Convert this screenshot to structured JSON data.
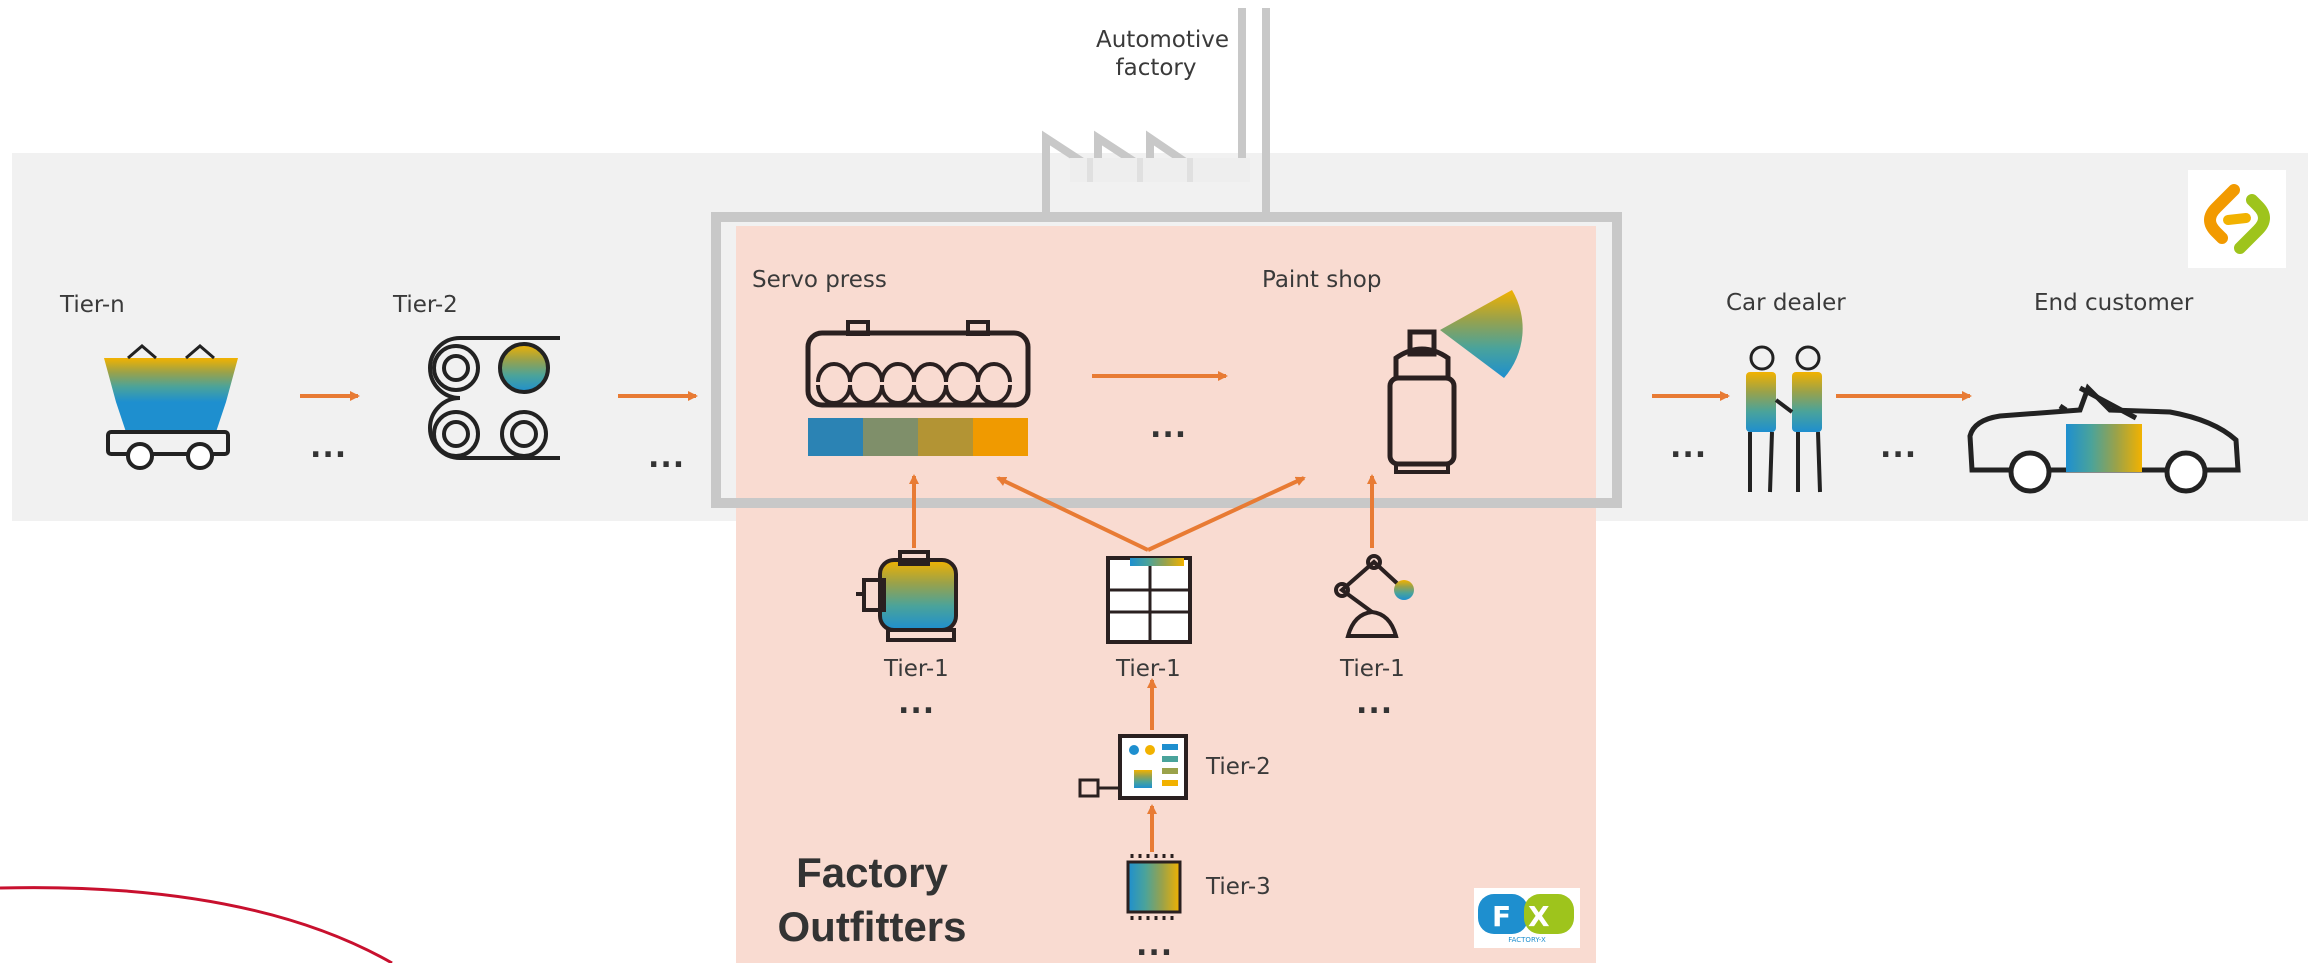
{
  "factory": {
    "title_line1": "Automotive",
    "title_line2": "factory"
  },
  "left_chain": {
    "tier_n": "Tier-n",
    "tier_2": "Tier-2",
    "dots": "..."
  },
  "factory_stations": {
    "servo_press": "Servo press",
    "paint_shop": "Paint shop",
    "dots": "..."
  },
  "suppliers": {
    "tier1_a": "Tier-1",
    "tier1_b": "Tier-1",
    "tier1_c": "Tier-1",
    "tier2": "Tier-2",
    "tier3": "Tier-3",
    "dots": "..."
  },
  "right_chain": {
    "car_dealer": "Car dealer",
    "end_customer": "End customer",
    "dots": "..."
  },
  "outfitters": {
    "line1": "Factory",
    "line2": "Outfitters"
  },
  "logos": {
    "top_right": "chain-link-logo",
    "bottom_right": "factory-x-logo",
    "bottom_right_text": "FACTORY-X"
  },
  "colors": {
    "accent_orange": "#e87b34",
    "pink_area": "#f9dbd1",
    "band_gray": "#f1f1f1",
    "frame_gray": "#c8c8c8",
    "blue": "#1e8fcf",
    "teal": "#4aa39b",
    "olive": "#9aa24a",
    "yellow": "#f2b200",
    "icon_dark": "#2a2020"
  }
}
